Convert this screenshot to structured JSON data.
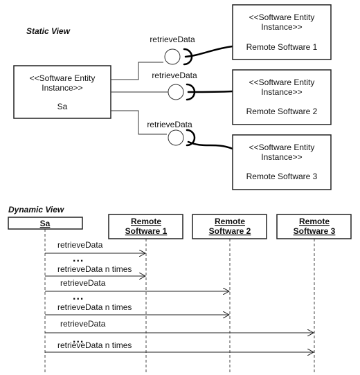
{
  "static_view": {
    "title": "Static View",
    "sa": {
      "stereotype": [
        "<<Software Entity",
        "Instance>>"
      ],
      "name": "Sa"
    },
    "remotes": [
      {
        "stereotype": [
          "<<Software Entity",
          "Instance>>"
        ],
        "name": "Remote Software 1",
        "interface": "retrieveData"
      },
      {
        "stereotype": [
          "<<Software Entity",
          "Instance>>"
        ],
        "name": "Remote Software 2",
        "interface": "retrieveData"
      },
      {
        "stereotype": [
          "<<Software Entity",
          "Instance>>"
        ],
        "name": "Remote Software 3",
        "interface": "retrieveData"
      }
    ]
  },
  "dynamic_view": {
    "title": "Dynamic View",
    "participants": [
      {
        "lines": [
          "Sa"
        ]
      },
      {
        "lines": [
          "Remote",
          "Software 1"
        ]
      },
      {
        "lines": [
          "Remote",
          "Software 2"
        ]
      },
      {
        "lines": [
          "Remote",
          "Software 3"
        ]
      }
    ],
    "messages": [
      {
        "label": "retrieveData",
        "target": 1
      },
      {
        "label": "retrieveData n times",
        "target": 1
      },
      {
        "label": "retrieveData",
        "target": 2
      },
      {
        "label": "retrieveData n times",
        "target": 2
      },
      {
        "label": "retrieveData",
        "target": 3
      },
      {
        "label": "retrieveData n times",
        "target": 3
      }
    ],
    "ellipsis": "..."
  }
}
